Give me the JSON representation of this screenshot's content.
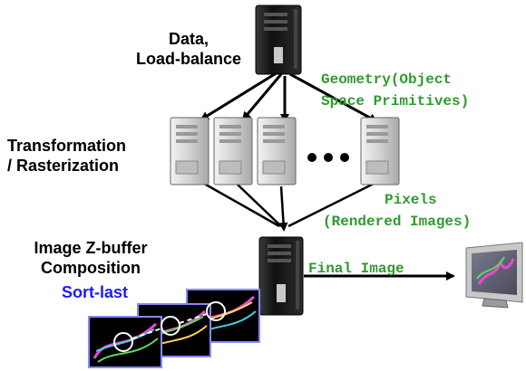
{
  "labels": {
    "data_load_balance": [
      "Data,",
      "Load-balance"
    ],
    "transformation": [
      "Transformation",
      "/ Rasterization"
    ],
    "composition": [
      "Image Z-buffer",
      "Composition"
    ],
    "sort_last": "Sort-last",
    "geometry": [
      "Geometry(Object",
      "Space Primitives)"
    ],
    "pixels": [
      "Pixels",
      "(Rendered Images)"
    ],
    "final_image": "Final Image"
  },
  "colors": {
    "label_green": "#2e9b2e",
    "label_blue": "#1a1aff",
    "tower_dark": "#1c1c1c",
    "tower_light": "#d9d9d9",
    "arrow": "#000000"
  },
  "icons": [
    "server-tower-icon",
    "monitor-icon",
    "ellipsis-dots-icon",
    "rendered-frame-icon"
  ]
}
